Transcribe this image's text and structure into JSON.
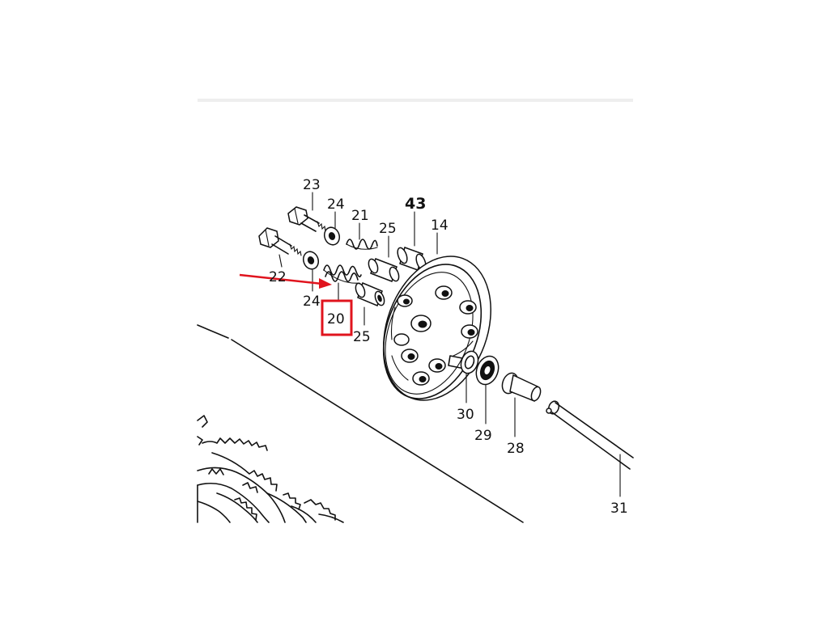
{
  "diagram": {
    "part_labels": {
      "p23": "23",
      "p24a": "24",
      "p21": "21",
      "p43": "43",
      "p25a": "25",
      "p14": "14",
      "p22": "22",
      "p24b": "24",
      "p20": "20",
      "p25b": "25",
      "p30": "30",
      "p29": "29",
      "p28": "28",
      "p31": "31"
    },
    "highlight": {
      "color": "#e0141e"
    },
    "colors": {
      "ink": "#111111",
      "background": "#ffffff",
      "frame_line": "#e6e6e6"
    }
  }
}
